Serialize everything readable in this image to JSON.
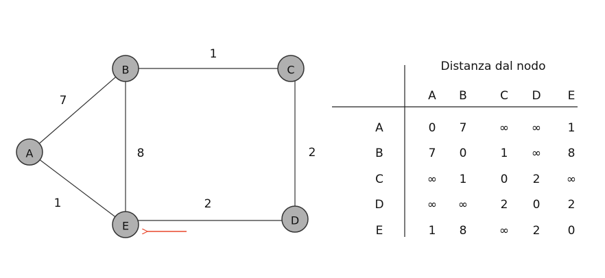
{
  "graph": {
    "nodes": [
      {
        "id": "A",
        "label": "A"
      },
      {
        "id": "B",
        "label": "B"
      },
      {
        "id": "C",
        "label": "C"
      },
      {
        "id": "D",
        "label": "D"
      },
      {
        "id": "E",
        "label": "E"
      }
    ],
    "edges": [
      {
        "from": "A",
        "to": "B",
        "weight": "7"
      },
      {
        "from": "A",
        "to": "E",
        "weight": "1"
      },
      {
        "from": "B",
        "to": "C",
        "weight": "1"
      },
      {
        "from": "B",
        "to": "E",
        "weight": "8"
      },
      {
        "from": "C",
        "to": "D",
        "weight": "2"
      },
      {
        "from": "D",
        "to": "E",
        "weight": "2"
      }
    ],
    "node_fill": "#b0b0b0",
    "arrow_color": "#e8462a"
  },
  "table": {
    "title": "Distanza dal nodo",
    "column_headers": [
      "A",
      "B",
      "C",
      "D",
      "E"
    ],
    "row_headers": [
      "A",
      "B",
      "C",
      "D",
      "E"
    ],
    "rows": [
      [
        "0",
        "7",
        "∞",
        "∞",
        "1"
      ],
      [
        "7",
        "0",
        "1",
        "∞",
        "8"
      ],
      [
        "∞",
        "1",
        "0",
        "2",
        "∞"
      ],
      [
        "∞",
        "∞",
        "2",
        "0",
        "2"
      ],
      [
        "1",
        "8",
        "∞",
        "2",
        "0"
      ]
    ]
  }
}
